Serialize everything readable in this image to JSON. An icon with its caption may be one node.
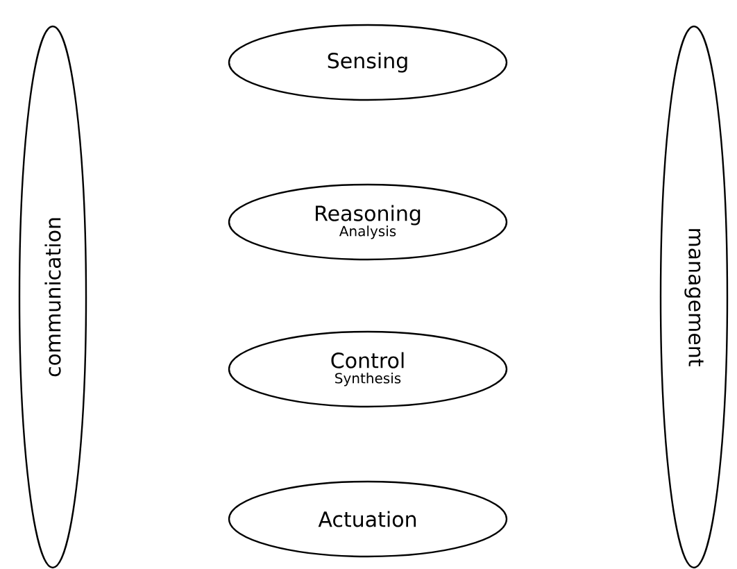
{
  "diagram": {
    "nodes": [
      {
        "text": [
          "communication"
        ]
      },
      {
        "text": [
          "Sensing"
        ]
      },
      {
        "text": [
          "Reasoning",
          "Analysis"
        ]
      },
      {
        "text": [
          "Control",
          "Synthesis"
        ]
      },
      {
        "text": [
          "Actuation"
        ]
      },
      {
        "text": [
          "management"
        ]
      }
    ]
  }
}
